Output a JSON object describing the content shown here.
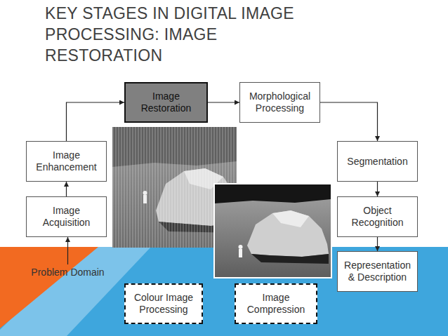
{
  "diagram": {
    "title": "KEY STAGES IN DIGITAL IMAGE PROCESSING: IMAGE RESTORATION",
    "nodes": [
      {
        "text": [
          "Image Restoration"
        ]
      },
      {
        "text": [
          "Morphological Processing"
        ]
      },
      {
        "text": [
          "Image Enhancement"
        ]
      },
      {
        "text": [
          "Segmentation"
        ]
      },
      {
        "text": [
          "Image Acquisition"
        ]
      },
      {
        "text": [
          "Object Recognition"
        ]
      },
      {
        "text": [
          "Representation & Description"
        ]
      },
      {
        "text": [
          "Problem Domain"
        ]
      },
      {
        "text": [
          "Colour Image Processing"
        ]
      },
      {
        "text": [
          "Image Compression"
        ]
      }
    ],
    "edges": [
      {
        "from": 7,
        "to": 4,
        "arrow": "to"
      },
      {
        "from": 4,
        "to": 2,
        "arrow": "to"
      },
      {
        "from": 2,
        "to": 0,
        "arrow": "to"
      },
      {
        "from": 0,
        "to": 1,
        "arrow": "to"
      },
      {
        "from": 1,
        "to": 3,
        "arrow": "to"
      },
      {
        "from": 3,
        "to": 5,
        "arrow": "to"
      },
      {
        "from": 5,
        "to": 6,
        "arrow": "to"
      }
    ]
  }
}
